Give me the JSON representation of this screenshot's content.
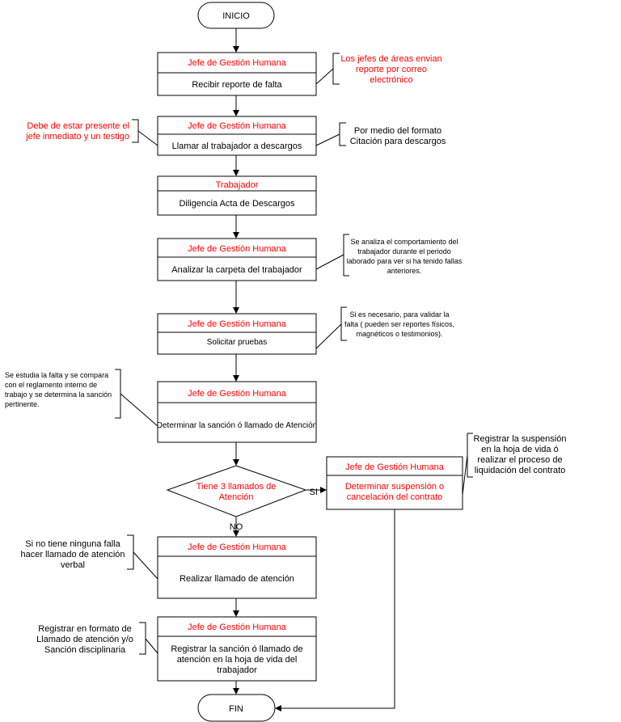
{
  "terminals": {
    "start": "INICIO",
    "end": "FIN"
  },
  "colors": {
    "role_text": "#ff0000",
    "text": "#000000",
    "line": "#000000"
  },
  "steps": [
    {
      "role": "Jefe de Gestión Humana",
      "action": [
        "Recibir reporte de falta"
      ]
    },
    {
      "role": "Jefe de Gestión Humana",
      "action": [
        "Llamar al trabajador a descargos"
      ]
    },
    {
      "role": "Trabajador",
      "action": [
        "Diligencia Acta de Descargos"
      ]
    },
    {
      "role": "Jefe de Gestión Humana",
      "action": [
        "Analizar la carpeta del trabajador"
      ]
    },
    {
      "role": "Jefe de Gestión Humana",
      "action": [
        "Solicitar pruebas"
      ]
    },
    {
      "role": "Jefe de Gestión Humana",
      "action": [
        "Determinar la sanción ó llamado de Atención"
      ]
    },
    {
      "role": "Jefe de Gestión Humana",
      "action": [
        "Realizar llamado de atención"
      ]
    },
    {
      "role": "Jefe de Gestión Humana",
      "action": [
        "Registrar la sanción ó llamado de",
        "atención en la hoja de vida del",
        "trabajador"
      ]
    }
  ],
  "decision": {
    "question": [
      "Tiene 3 llamados de",
      "Atención"
    ],
    "yes_label": "SI",
    "no_label": "NO",
    "yes_step": {
      "role": "Jefe de Gestión Humana",
      "action": [
        "Determinar suspensión o",
        "cancelación del contrato"
      ]
    }
  },
  "notes": {
    "n1": [
      "Los jefes de áreas envian",
      "reporte por correo",
      "electrónico"
    ],
    "n2": [
      "Debe de estar presente el",
      "jefe inmediato y un testigo"
    ],
    "n3": [
      "Por medio del formato",
      "Citación para descargos"
    ],
    "n4": [
      "Se analiza el comportamiento del",
      "trabajador durante el periodo",
      "laborado para ver si ha tenido fallas",
      "anteriores."
    ],
    "n5": [
      "Si es necesario,  para validar la",
      "falta ( pueden ser reportes físicos,",
      "magnéticos o testimonios)."
    ],
    "n6": [
      "Se estudia la falta y se compara",
      "con el reglamento interno de",
      "trabajo y se determina la sanción",
      "pertinente."
    ],
    "n7": [
      "Registrar la suspensión",
      "en la hoja de vida ó",
      "realizar el proceso de",
      "liquidación del contrato"
    ],
    "n8": [
      "Si no tiene ninguna falla",
      "hacer llamado de atención",
      "verbal"
    ],
    "n9": [
      "Registrar en formato de",
      "Llamado de atención y/o",
      "Sanción disciplinaria"
    ]
  }
}
